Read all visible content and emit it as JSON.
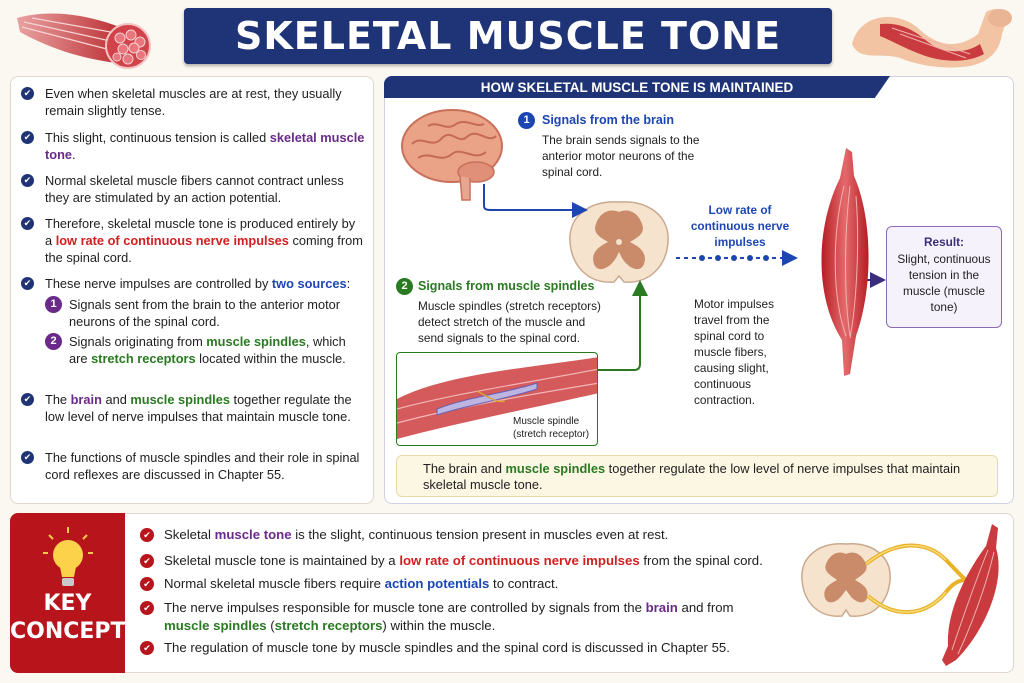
{
  "title": "SKELETAL MUSCLE TONE",
  "left_bullets": [
    {
      "parts": [
        "Even when skeletal muscles are at rest, they usually remain slightly tense."
      ]
    },
    {
      "parts": [
        "This slight, continuous tension is called ",
        "skeletal muscle tone",
        "."
      ]
    },
    {
      "parts": [
        "Normal skeletal muscle fibers cannot contract unless they are stimulated by an action potential."
      ]
    },
    {
      "parts": [
        "Therefore, skeletal muscle tone is produced entirely by a ",
        "low rate of continuous nerve impulses",
        " coming from the spinal cord."
      ]
    },
    {
      "parts": [
        "These nerve impulses are controlled by ",
        "two sources",
        ":"
      ]
    },
    {
      "parts": [
        "The ",
        "brain",
        " and ",
        "muscle spindles",
        " together regulate the low level of nerve impulses that maintain muscle tone."
      ]
    },
    {
      "parts": [
        "The functions of muscle spindles and their role in spinal cord reflexes are discussed in Chapter 55."
      ]
    }
  ],
  "sources": [
    {
      "num": "1",
      "parts": [
        "Signals sent from the brain to the anterior motor neurons of the spinal cord."
      ]
    },
    {
      "num": "2",
      "parts": [
        "Signals originating from ",
        "muscle spindles",
        ", which are ",
        "stretch receptors",
        " located within the muscle."
      ]
    }
  ],
  "how_title": "HOW SKELETAL MUSCLE TONE IS MAINTAINED",
  "step1": {
    "num": "1",
    "title": "Signals from the brain",
    "text": "The brain sends signals to the anterior motor neurons of the spinal cord."
  },
  "step2": {
    "num": "2",
    "title": "Signals from muscle spindles",
    "text": "Muscle spindles (stretch receptors) detect stretch of the muscle and send signals to the spinal cord."
  },
  "impulses_label": "Low rate of continuous nerve impulses",
  "motor_text": "Motor impulses travel from the spinal cord to muscle fibers, causing slight, continuous contraction.",
  "spindle_label": "Muscle spindle (stretch receptor)",
  "result": {
    "title": "Result:",
    "text": "Slight, continuous tension in the muscle (muscle tone)"
  },
  "summary_parts": [
    "The brain and ",
    "muscle spindles",
    " together regulate the low level of nerve impulses that maintain skeletal muscle tone."
  ],
  "key_concept": {
    "line1": "KEY",
    "line2": "CONCEPT"
  },
  "key_bullets": [
    {
      "parts": [
        "Skeletal ",
        "muscle tone",
        " is the slight, continuous tension present in muscles even at rest."
      ]
    },
    {
      "parts": [
        "Skeletal muscle tone is maintained by a ",
        "low rate of continuous nerve impulses",
        " from the spinal cord."
      ]
    },
    {
      "parts": [
        "Normal skeletal muscle fibers require ",
        "action potentials",
        " to contract."
      ]
    },
    {
      "parts": [
        "The nerve impulses responsible for muscle tone are controlled by signals from the ",
        "brain",
        " and from ",
        "muscle spindles",
        " (",
        "stretch receptors",
        ") within the muscle."
      ]
    },
    {
      "parts": [
        "The regulation of muscle tone by muscle spindles and the spinal cord is discussed in Chapter 55."
      ]
    }
  ],
  "colors": {
    "navy": "#1f3377",
    "purple": "#6a2a8a",
    "red": "#d21f1f",
    "blue": "#1d46b3",
    "green": "#2a7a22",
    "key_red": "#b8141c"
  },
  "icons": [
    "muscle-bundle-icon",
    "flexed-arm-icon",
    "brain-icon",
    "spinal-cord-icon",
    "muscle-icon",
    "lightbulb-icon",
    "check-icon"
  ]
}
